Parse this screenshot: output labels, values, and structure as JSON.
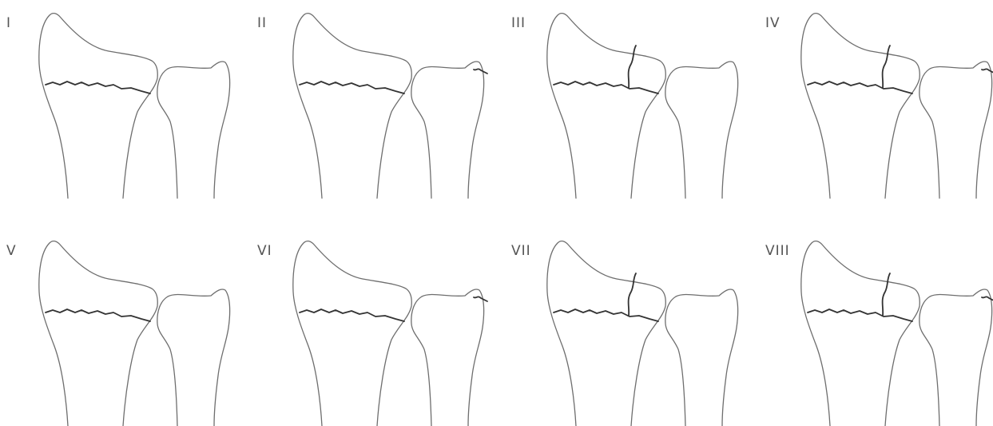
{
  "panels": [
    {
      "label": "I",
      "transverse": true,
      "intra_articular": false,
      "ulnar_styloid": false
    },
    {
      "label": "II",
      "transverse": true,
      "intra_articular": false,
      "ulnar_styloid": true
    },
    {
      "label": "III",
      "transverse": true,
      "intra_articular": true,
      "ulnar_styloid": false
    },
    {
      "label": "IV",
      "transverse": true,
      "intra_articular": true,
      "ulnar_styloid": true
    },
    {
      "label": "V",
      "transverse": true,
      "intra_articular": false,
      "ulnar_styloid": false
    },
    {
      "label": "VI",
      "transverse": true,
      "intra_articular": false,
      "ulnar_styloid": true
    },
    {
      "label": "VII",
      "transverse": true,
      "intra_articular": true,
      "ulnar_styloid": false
    },
    {
      "label": "VIII",
      "transverse": true,
      "intra_articular": true,
      "ulnar_styloid": true
    }
  ],
  "colors": {
    "outline": "#6e6e6e",
    "fracture": "#333333",
    "label": "#555555",
    "background": "#ffffff"
  }
}
